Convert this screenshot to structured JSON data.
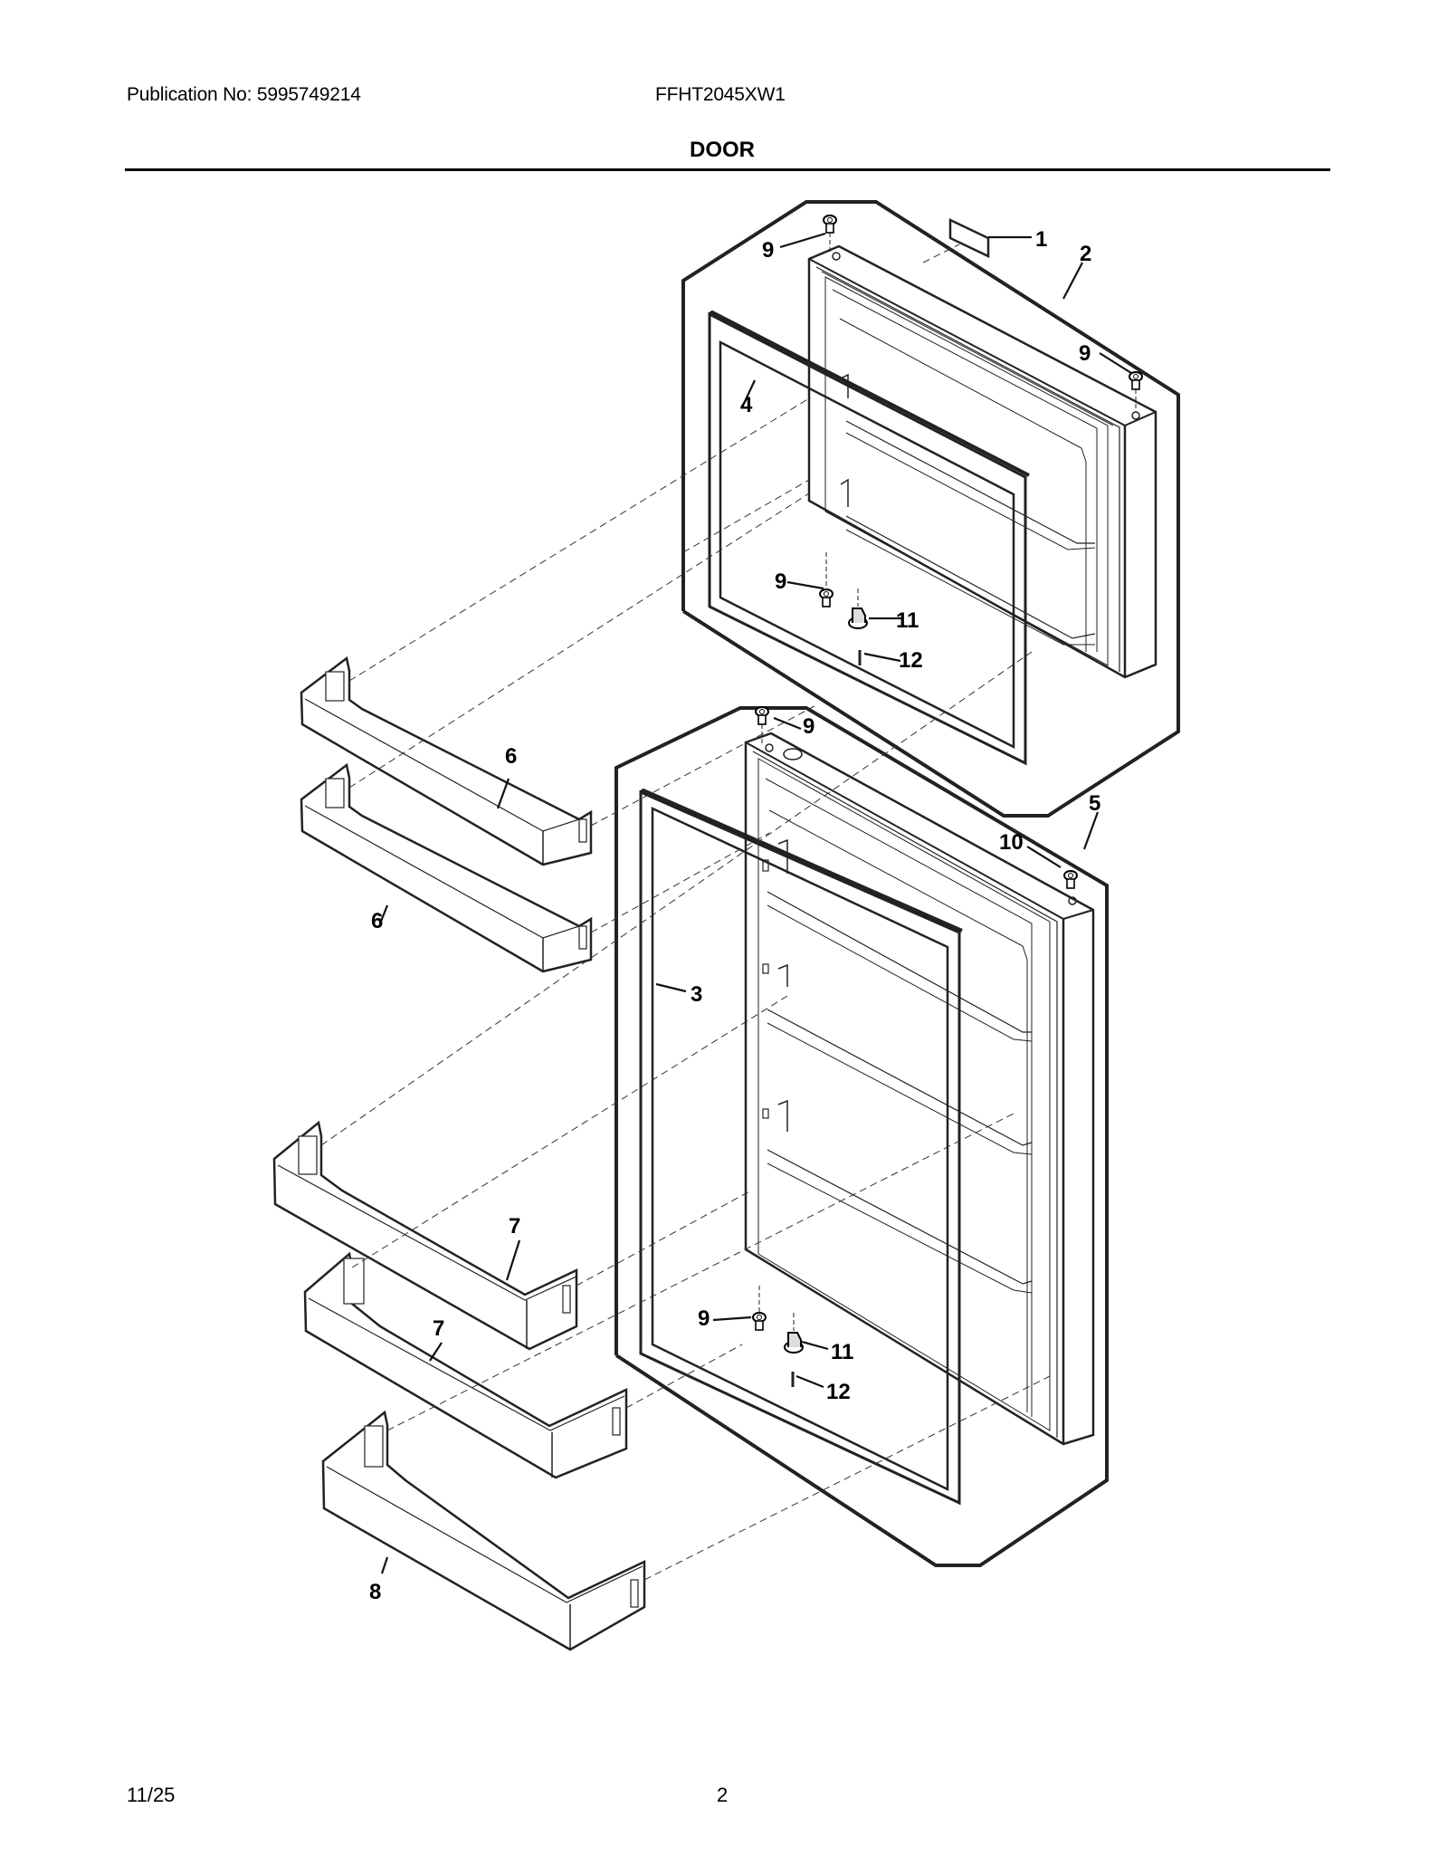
{
  "header": {
    "publication": "Publication No: 5995749214",
    "model": "FFHT2045XW1"
  },
  "section_title": "DOOR",
  "footer": {
    "date": "11/25",
    "page": "2"
  },
  "diagram": {
    "description": "Exploded parts view of refrigerator freezer door and fresh-food door with gaskets and door bins",
    "callouts": [
      {
        "id": "c1",
        "label": "1",
        "part": "nameplate-label"
      },
      {
        "id": "c2",
        "label": "2",
        "part": "freezer-door"
      },
      {
        "id": "c3",
        "label": "3",
        "part": "fresh-food-door-gasket"
      },
      {
        "id": "c4",
        "label": "4",
        "part": "freezer-door-gasket"
      },
      {
        "id": "c5",
        "label": "5",
        "part": "fresh-food-door"
      },
      {
        "id": "c6a",
        "label": "6",
        "part": "door-bin-upper"
      },
      {
        "id": "c6b",
        "label": "6",
        "part": "door-bin-upper"
      },
      {
        "id": "c7a",
        "label": "7",
        "part": "door-bin-middle"
      },
      {
        "id": "c7b",
        "label": "7",
        "part": "door-bin-middle"
      },
      {
        "id": "c8",
        "label": "8",
        "part": "door-bin-lower"
      },
      {
        "id": "c9a",
        "label": "9",
        "part": "hinge-pin-bushing"
      },
      {
        "id": "c9b",
        "label": "9",
        "part": "hinge-pin-bushing"
      },
      {
        "id": "c9c",
        "label": "9",
        "part": "hinge-pin-bushing"
      },
      {
        "id": "c9d",
        "label": "9",
        "part": "hinge-pin-bushing"
      },
      {
        "id": "c9e",
        "label": "9",
        "part": "hinge-pin-bushing"
      },
      {
        "id": "c10",
        "label": "10",
        "part": "hole-plug"
      },
      {
        "id": "c11a",
        "label": "11",
        "part": "door-stop"
      },
      {
        "id": "c11b",
        "label": "11",
        "part": "door-stop"
      },
      {
        "id": "c12a",
        "label": "12",
        "part": "screw"
      },
      {
        "id": "c12b",
        "label": "12",
        "part": "screw"
      }
    ]
  }
}
